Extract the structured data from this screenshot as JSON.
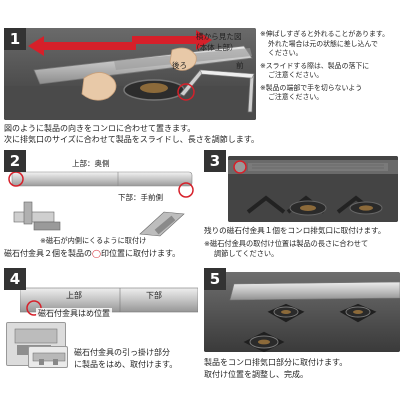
{
  "steps": [
    {
      "num": "1",
      "side_title": "横から見た図",
      "side_sub": "（本体上部）",
      "side_back": "後ろ",
      "side_front": "前",
      "notes": [
        "※伸ばしすぎると外れることがあります。",
        "外れた場合は元の状態に差し込んで",
        "ください。",
        "※スライドする際は、製品の落下に",
        "ご注意ください。",
        "※製品の端部で手を切らないよう",
        "ご注意ください。"
      ],
      "caption_1": "図のように製品の向きをコンロに合わせて置きます。",
      "caption_2": "次に排気口のサイズに合わせて製品をスライドし、長さを調節します。"
    },
    {
      "num": "2",
      "label_top": "上部：奥側",
      "label_bottom": "下部：手前側",
      "note": "※磁石が内側にくるように取付け",
      "caption_1": "磁石付金具２個を製品の",
      "caption_mark": "◯",
      "caption_1b": "印位置に取付けます。"
    },
    {
      "num": "3",
      "caption_1": "残りの磁石付金具１個をコンロ排気口に取付けます。",
      "caption_2": "※磁石付金具の取付け位置は製品の長さに合わせて",
      "caption_3": "調節してください。"
    },
    {
      "num": "4",
      "label_top": "上部",
      "label_bottom": "下部",
      "overlay": "磁石付金具はめ位置",
      "caption_1": "磁石付金具の引っ掛け部分",
      "caption_2": "に製品をはめ、取付けます。"
    },
    {
      "num": "5",
      "caption_1": "製品をコンロ排気口部分に取付けます。",
      "caption_2": "取付け位置を調整し、完成。"
    }
  ],
  "colors": {
    "accent_red": "#d6202a",
    "badge": "#333333"
  }
}
